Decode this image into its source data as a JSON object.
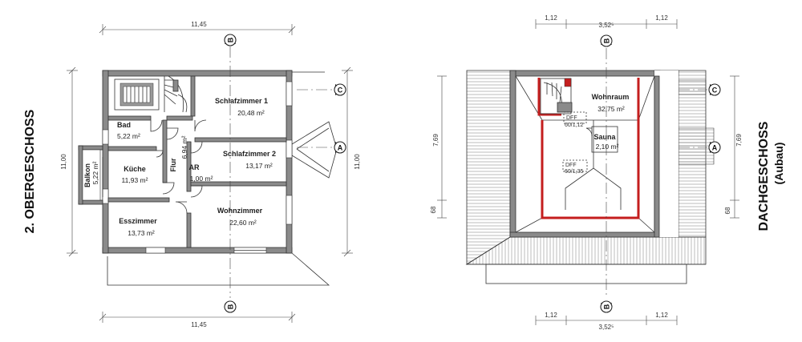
{
  "left_plan": {
    "title": "2. OBERGESCHOSS",
    "dim_top": "11,45",
    "dim_bottom": "11,45",
    "dim_left": "11,00",
    "dim_right": "11,00",
    "rooms": {
      "schlafzimmer1": {
        "name": "Schlafzimmer 1",
        "area": "20,48 m²"
      },
      "bad": {
        "name": "Bad",
        "area": "5,22 m²"
      },
      "schlafzimmer2": {
        "name": "Schlafzimmer 2",
        "area": "13,17 m²"
      },
      "flur": {
        "name": "Flur",
        "area": "6,94 m²"
      },
      "kueche": {
        "name": "Küche",
        "area": "11,93 m²"
      },
      "balkon": {
        "name": "Balkon",
        "area": "5,22 m²"
      },
      "ar": {
        "name": "AR",
        "area": "1,00 m²"
      },
      "esszimmer": {
        "name": "Esszimmer",
        "area": "13,73 m²"
      },
      "wohnzimmer": {
        "name": "Wohnzimmer",
        "area": "22,60 m²"
      }
    }
  },
  "right_plan": {
    "title": "DACHGESCHOSS",
    "subtitle": "(Aubau)",
    "dim_top": [
      "1,12",
      "3,52⁵",
      "1,12"
    ],
    "dim_bottom": [
      "1,12",
      "3,52⁵",
      "1,12"
    ],
    "dim_left_main": "7,69",
    "dim_left_small": "68",
    "dim_right_main": "7,69",
    "dim_right_small": "68",
    "rooms": {
      "wohnraum": {
        "name": "Wohnraum",
        "area": "32,75 m²"
      },
      "sauna": {
        "name": "Sauna",
        "area": "2,10 m²"
      }
    },
    "windows": [
      {
        "label": "DFF",
        "size": "60/1,12"
      },
      {
        "label": "DFF",
        "size": "60/1,35"
      }
    ]
  },
  "section_markers": {
    "a": "A",
    "b": "B",
    "c": "C"
  }
}
